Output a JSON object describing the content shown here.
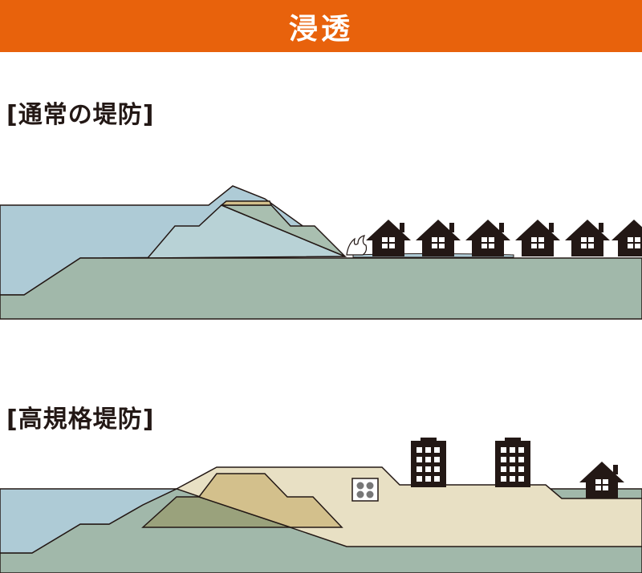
{
  "header": {
    "title": "浸透"
  },
  "sections": {
    "normal_levee": {
      "label": "[通常の堤防]"
    },
    "super_levee": {
      "label": "[高規格堤防]"
    }
  },
  "colors": {
    "banner": "#e8620c",
    "river_water": "#aecbd6",
    "ground": "#a1b8aa",
    "levee_soil": "#e8e0c4",
    "levee_core": "#d3c08c",
    "old_levee": "#9aa27c",
    "infiltration": "#bdd7d8",
    "building": "#231815"
  },
  "icons": [
    "house-icon",
    "apartment-building-icon",
    "utility-box-icon",
    "seepage-spray-icon"
  ]
}
